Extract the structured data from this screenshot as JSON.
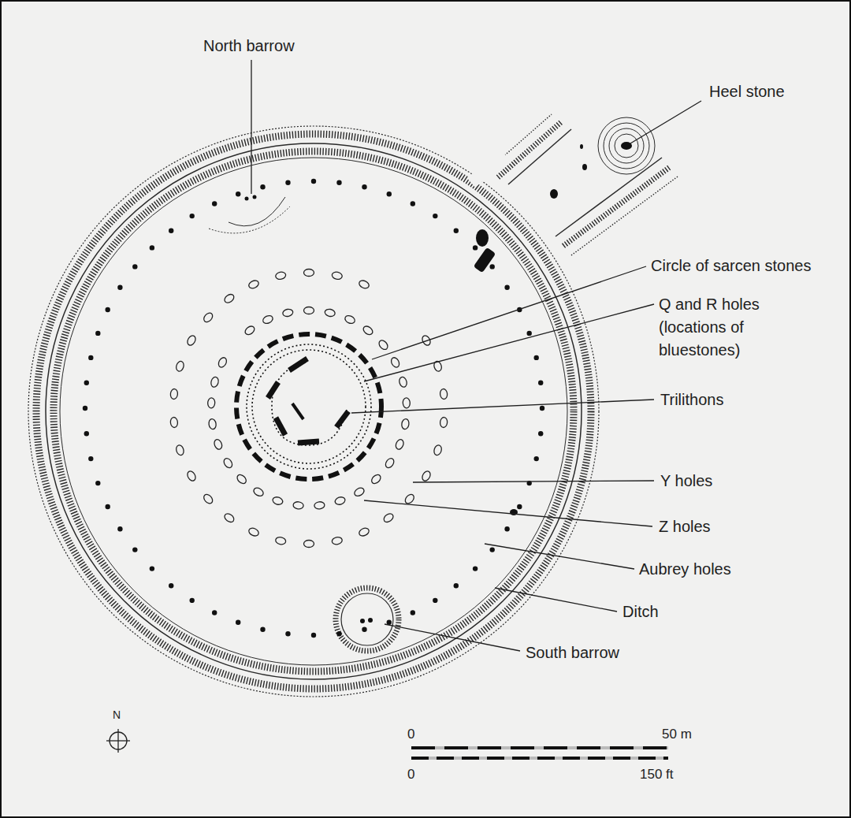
{
  "diagram": {
    "labels": [
      "North barrow",
      "Heel stone",
      "Circle of sarcen stones",
      "Q and R holes (locations of bluestones)",
      "Trilithons",
      "Y holes",
      "Z holes",
      "Aubrey holes",
      "Ditch",
      "South barrow",
      "N",
      "0",
      "50 m",
      "0",
      "150 ft"
    ]
  }
}
